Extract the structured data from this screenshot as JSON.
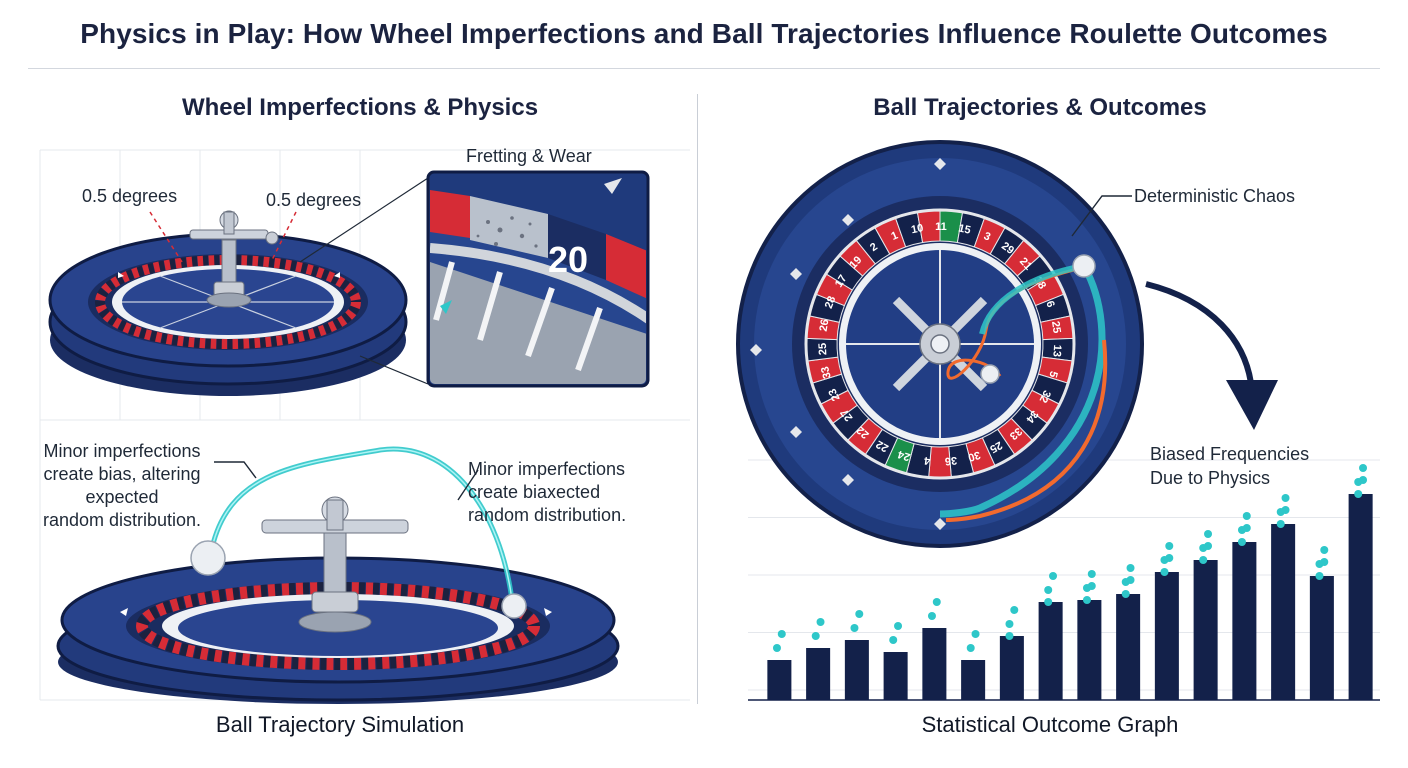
{
  "title": "Physics in Play: How Wheel Imperfections and Ball Trajectories Influence Roulette Outcomes",
  "left_panel": {
    "heading": "Wheel Imperfections & Physics",
    "tilt_label_left": "0.5 degrees",
    "tilt_label_right": "0.5 degrees",
    "zoom_label": "Fretting & Wear",
    "zoom_pocket_number": "20",
    "note_left_lines": [
      "Minor imperfections",
      "create bias, altering",
      "expected",
      "random distribution."
    ],
    "note_right_lines": [
      "Minor imperfections",
      "create biaxected",
      "random distribution."
    ],
    "caption": "Ball Trajectory Simulation"
  },
  "right_panel": {
    "heading": "Ball Trajectories & Outcomes",
    "chaos_label": "Deterministic Chaos",
    "bias_label_lines": [
      "Biased Frequencies",
      "Due to Physics"
    ],
    "caption": "Statistical Outcome Graph"
  },
  "wheel_numbers_visible": [
    "2",
    "1",
    "10",
    "11",
    "15",
    "3",
    "29",
    "21",
    "18",
    "6",
    "25",
    "13",
    "5",
    "32",
    "34",
    "33",
    "25",
    "30",
    "36",
    "4",
    "24",
    "22",
    "22",
    "27",
    "23",
    "33",
    "25",
    "26",
    "28",
    "17",
    "19"
  ],
  "chart_data": {
    "type": "bar",
    "title": "",
    "xlabel": "",
    "ylabel": "",
    "values": [
      2.0,
      2.6,
      3.0,
      2.4,
      3.6,
      2.0,
      3.2,
      4.9,
      5.0,
      5.3,
      6.4,
      7.0,
      7.9,
      8.8,
      6.2,
      10.3
    ],
    "ylim": [
      0,
      11
    ],
    "grid": true,
    "bar_color": "#13214a",
    "dot_color": "#2ec7c9",
    "dot_counts": [
      2,
      2,
      2,
      2,
      2,
      2,
      3,
      3,
      4,
      4,
      4,
      4,
      4,
      4,
      4,
      4
    ]
  },
  "colors": {
    "navy": "#1e3370",
    "navy_dark": "#13214a",
    "red": "#d62c36",
    "green": "#1a8f4a",
    "teal": "#2ec7c9",
    "orange": "#f26a2e"
  }
}
